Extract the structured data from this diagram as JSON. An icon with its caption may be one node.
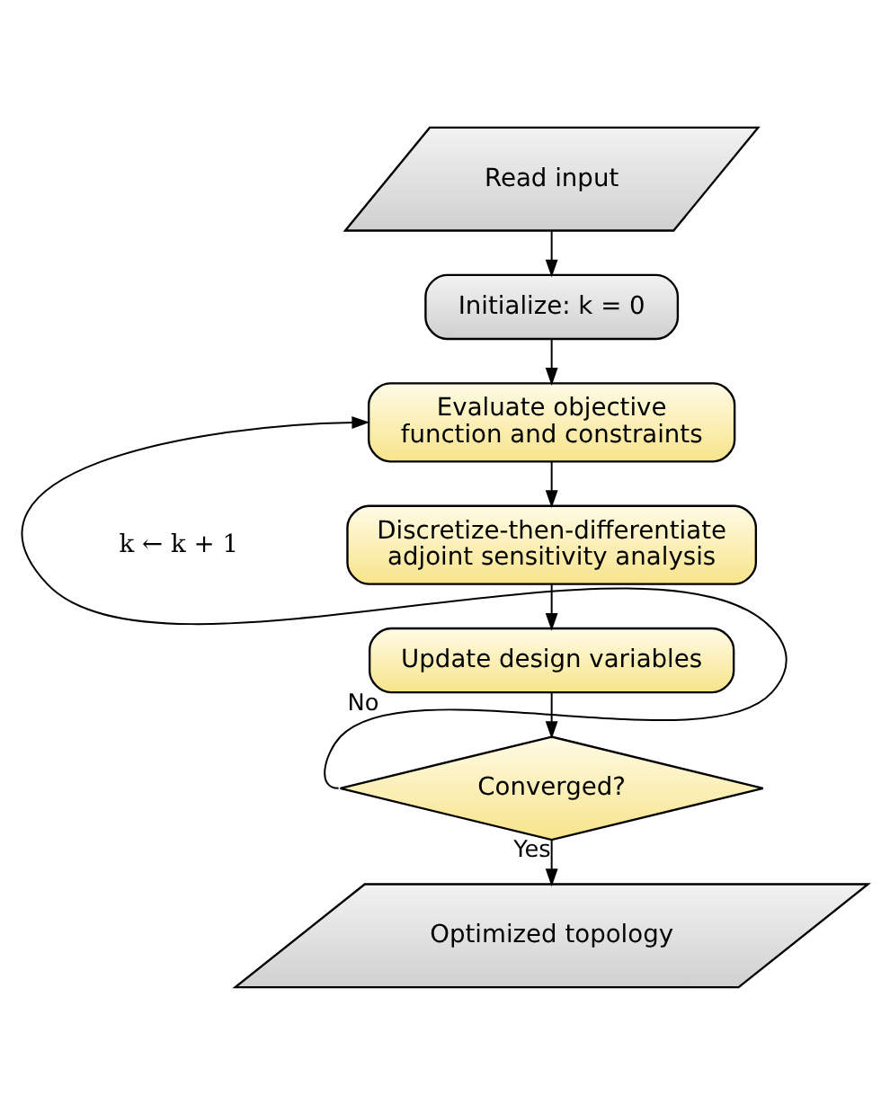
{
  "diagram": {
    "nodes": [
      {
        "text": [
          "Read input"
        ]
      },
      {
        "text": [
          "Initialize: k = 0"
        ]
      },
      {
        "text": [
          "Evaluate objective function and constraints"
        ]
      },
      {
        "text": [
          "Discretize-then-differentiate adjoint sensitivity analysis"
        ]
      },
      {
        "text": [
          "Update design variables"
        ]
      },
      {
        "text": [
          "Converged?"
        ]
      },
      {
        "text": [
          "Optimized topology"
        ]
      }
    ],
    "edges": [
      {
        "from": 0,
        "to": 1,
        "arrow": "to"
      },
      {
        "from": 1,
        "to": 2,
        "arrow": "to"
      },
      {
        "from": 2,
        "to": 3,
        "arrow": "to"
      },
      {
        "from": 3,
        "to": 4,
        "arrow": "to"
      },
      {
        "from": 4,
        "to": 5,
        "arrow": "to"
      },
      {
        "from": 5,
        "to": 2,
        "arrow": "to",
        "label": "No"
      },
      {
        "from": 5,
        "to": 6,
        "arrow": "to",
        "label": "Yes"
      }
    ],
    "labels": [
      "k ← k + 1"
    ]
  }
}
